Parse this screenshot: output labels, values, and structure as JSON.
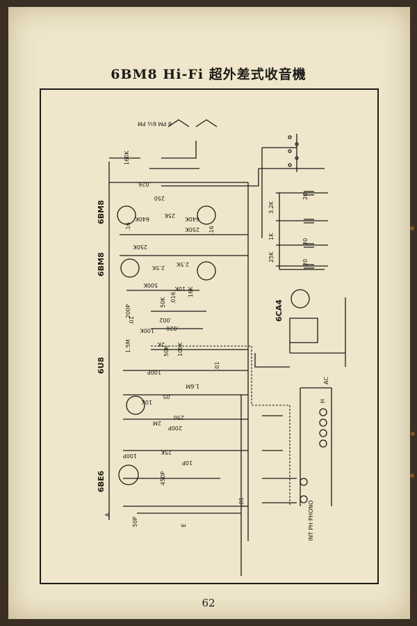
{
  "title": "6BM8 Hi-Fi 超外差式收音機",
  "page_number": "62",
  "tubes": {
    "output": "6BM8",
    "driver": "6BM8",
    "detector": "6U8",
    "converter": "6BE6",
    "rectifier": "6CA4"
  },
  "component_labels": {
    "r_160k": "160K",
    "speaker": "8 PM 6½ PM",
    "c_026_top": ".026",
    "r_250": "250",
    "r_25k_a": "25K",
    "r_640k_a": "640K",
    "r_640k_b": "640K",
    "r_250k_a": "250K",
    "r_250k_b": "250K",
    "c_16_a": ".16",
    "c_16_b": ".16",
    "r_25k_b": "2.5K",
    "r_25k_c": "2.5K",
    "r_500k": "500K",
    "r_10k": "10K",
    "r_16k": "16K",
    "c_016": ".016",
    "r_50k": "50K",
    "c_200p": "200P",
    "c_002": ".002",
    "r_100k": "100K",
    "c_026_mid": ".026",
    "r_2k": "2K",
    "c_01_a": ".01",
    "r_1_5m": "1.5M",
    "r_50k_b": "50K",
    "c_100p_a": "100P",
    "r_100k_b": "100K",
    "c_01_b": ".01",
    "r_1_6m": "1.6M",
    "c_05": ".05",
    "r_10k_b": "10K",
    "r_250_b": "250",
    "r_2m": "2M",
    "c_200p_b": "200P",
    "c_100p_b": "100P",
    "r_25k_d": "25K",
    "c_10p": "10P",
    "c_450p": "450P",
    "c_50p": "50P",
    "c_05_b": ".05",
    "r_3_2k": "3.2K",
    "r_1k": "1K",
    "r_25k_e": "25K",
    "c_20_a": "20",
    "c_20_b": "20",
    "c_20_c": "20",
    "ac": "AC",
    "h": "H",
    "inputs": "INT PH PHONO",
    "e": "E",
    "a": "A"
  }
}
